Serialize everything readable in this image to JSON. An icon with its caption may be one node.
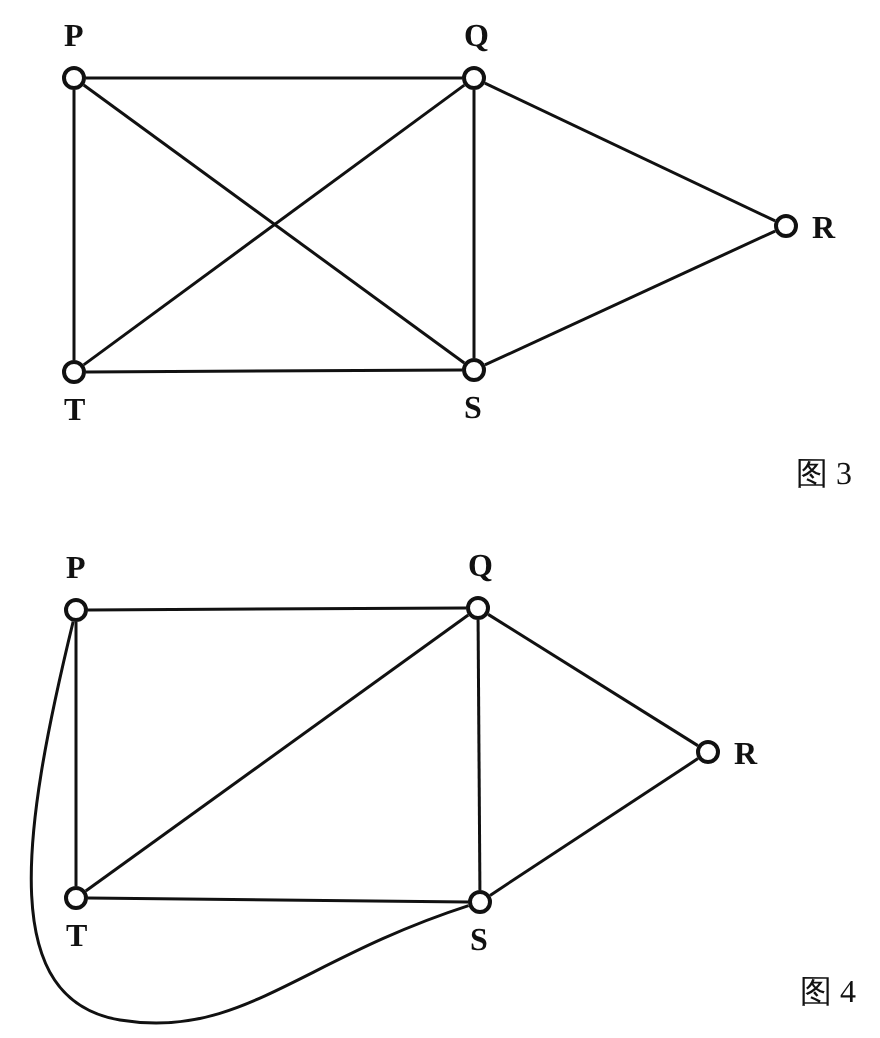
{
  "diagram": {
    "nodes": [
      {
        "text": [
          "P"
        ]
      },
      {
        "text": [
          "Q"
        ]
      },
      {
        "text": [
          "R"
        ]
      },
      {
        "text": [
          "T"
        ]
      },
      {
        "text": [
          "S"
        ]
      },
      {
        "text": [
          "P"
        ]
      },
      {
        "text": [
          "Q"
        ]
      },
      {
        "text": [
          "R"
        ]
      },
      {
        "text": [
          "T"
        ]
      },
      {
        "text": [
          "S"
        ]
      }
    ],
    "edges": [
      {
        "from": 0,
        "to": 1,
        "arrow": "none"
      },
      {
        "from": 0,
        "to": 3,
        "arrow": "none"
      },
      {
        "from": 0,
        "to": 4,
        "arrow": "none"
      },
      {
        "from": 1,
        "to": 3,
        "arrow": "none"
      },
      {
        "from": 1,
        "to": 4,
        "arrow": "none"
      },
      {
        "from": 1,
        "to": 2,
        "arrow": "none"
      },
      {
        "from": 3,
        "to": 4,
        "arrow": "none"
      },
      {
        "from": 4,
        "to": 2,
        "arrow": "none"
      },
      {
        "from": 5,
        "to": 6,
        "arrow": "none"
      },
      {
        "from": 5,
        "to": 8,
        "arrow": "none"
      },
      {
        "from": 5,
        "to": 9,
        "arrow": "none"
      },
      {
        "from": 6,
        "to": 8,
        "arrow": "none"
      },
      {
        "from": 6,
        "to": 9,
        "arrow": "none"
      },
      {
        "from": 6,
        "to": 7,
        "arrow": "none"
      },
      {
        "from": 8,
        "to": 9,
        "arrow": "none"
      },
      {
        "from": 9,
        "to": 7,
        "arrow": "none"
      }
    ],
    "labels": [
      "图 3",
      "图 4"
    ]
  }
}
